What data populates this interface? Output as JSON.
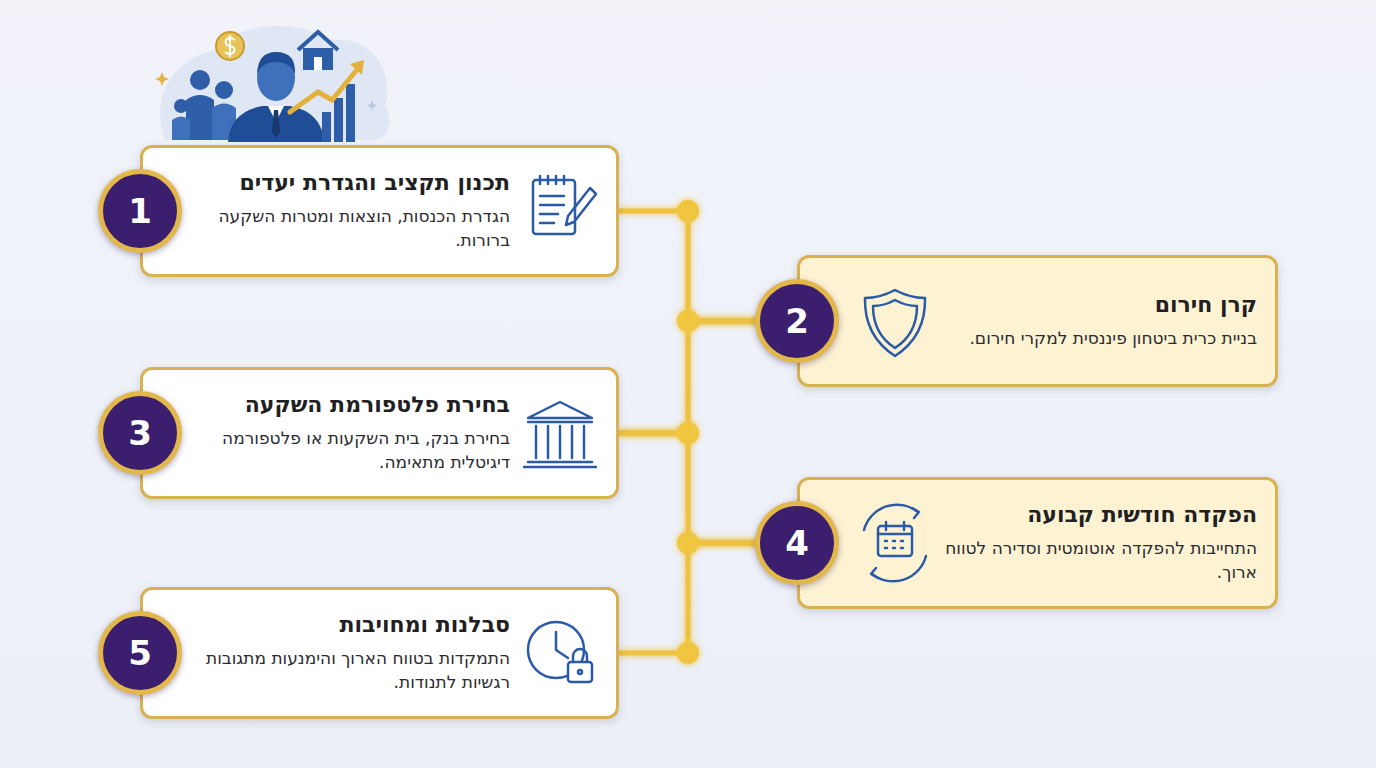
{
  "diagram": {
    "nodes": [
      {
        "text": [
          "תכנון תקציב והגדרת יעדים",
          "הגדרת הכנסות, הוצאות ומטרות השקעה ברורות."
        ]
      },
      {
        "text": [
          "1"
        ],
        "in": 0
      },
      {
        "text": [
          "קרן חירום",
          "בניית כרית ביטחון פיננסית למקרי חירום."
        ]
      },
      {
        "text": [
          "2"
        ],
        "in": 2
      },
      {
        "text": [
          "בחירת פלטפורמת השקעה",
          "בחירת בנק, בית השקעות או פלטפורמה דיגיטלית מתאימה."
        ]
      },
      {
        "text": [
          "3"
        ],
        "in": 4
      },
      {
        "text": [
          "הפקדה חודשית קבועה",
          "התחייבות להפקדה אוטומטית וסדירה לטווח ארוך."
        ]
      },
      {
        "text": [
          "4"
        ],
        "in": 6
      },
      {
        "text": [
          "סבלנות ומחויבות",
          "התמקדות בטווח הארוך והימנעות מתגובות רגשיות לתנודות."
        ]
      },
      {
        "text": [
          "5"
        ],
        "in": 8
      }
    ],
    "edges": [
      {
        "from": 0,
        "to": 2,
        "arrow": "none"
      },
      {
        "from": 2,
        "to": 4,
        "arrow": "none"
      },
      {
        "from": 4,
        "to": 6,
        "arrow": "none"
      },
      {
        "from": 6,
        "to": 8,
        "arrow": "none"
      }
    ]
  }
}
